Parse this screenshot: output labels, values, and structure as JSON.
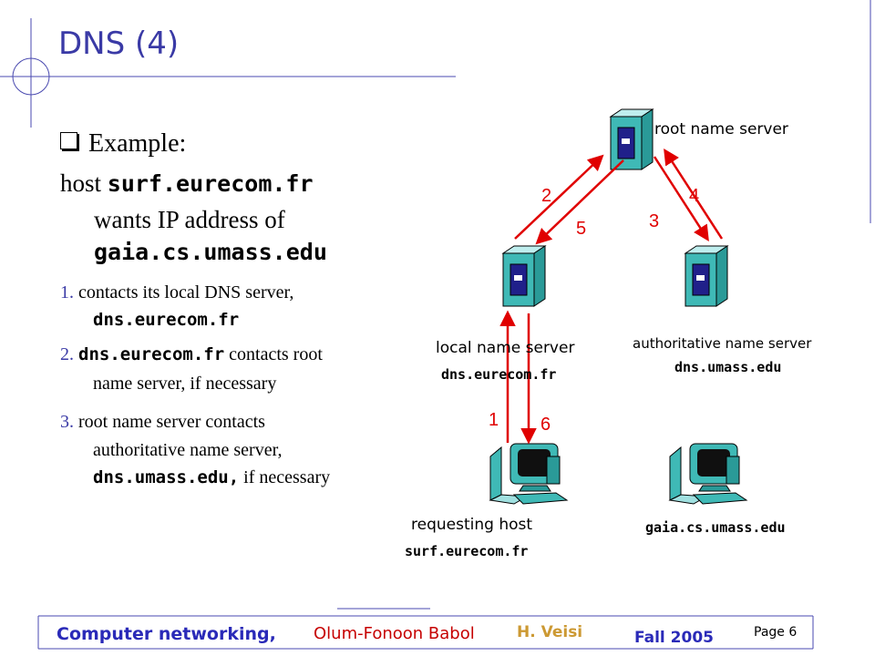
{
  "slide": {
    "title": "DNS (4)",
    "bullet": "Example:",
    "host_prefix": "host ",
    "host_name": "surf.eurecom.fr",
    "wants_text": "wants IP address of",
    "target_name": "gaia.cs.umass.edu",
    "steps": [
      {
        "num": "1.",
        "pre": " contacts its local DNS server,",
        "mono": "dns.eurecom.fr",
        "post": ""
      },
      {
        "num": "2.",
        "pre": " ",
        "mono": "dns.eurecom.fr",
        "post": " contacts root",
        "line2": "name server, if necessary"
      },
      {
        "num": "3.",
        "pre": " root name server contacts",
        "line2": "authoritative name server,",
        "mono": "dns.umass.edu,",
        "post": " if necessary"
      }
    ]
  },
  "diagram": {
    "root_label": "root name server",
    "local_label": "local name server",
    "local_name": "dns.eurecom.fr",
    "auth_label": "authoritative name server",
    "auth_name": "dns.umass.edu",
    "requesting_label": "requesting host",
    "requesting_name": "surf.eurecom.fr",
    "gaia_name": "gaia.cs.umass.edu",
    "arrow_numbers": [
      "1",
      "2",
      "3",
      "4",
      "5",
      "6"
    ],
    "arrow_color": "#e00000"
  },
  "footer": {
    "course": "Computer networking,",
    "institution": "Olum-Fonoon Babol",
    "author": "H. Veisi",
    "term": "Fall 2005",
    "page": "Page 6"
  },
  "colors": {
    "title": "#3a3aa6",
    "server_body": "#3fb9b6",
    "server_panel": "#20208a"
  }
}
